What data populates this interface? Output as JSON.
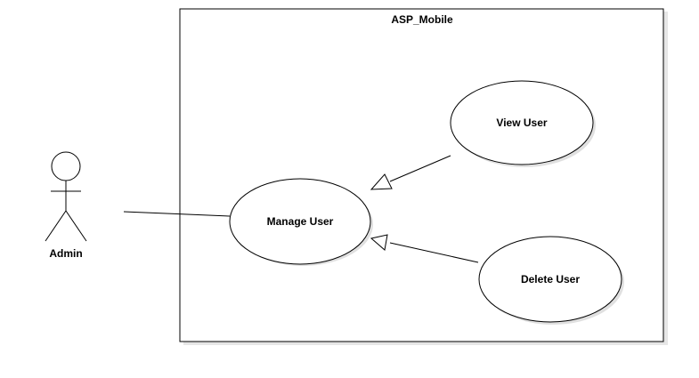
{
  "diagram": {
    "system_name": "ASP_Mobile",
    "actor": {
      "name": "Admin"
    },
    "use_cases": {
      "manage_user": "Manage User",
      "view_user": "View User",
      "delete_user": "Delete User"
    },
    "colors": {
      "line": "#000000",
      "fill": "#ffffff",
      "shadow": "#d9d9d9",
      "background": "#ffffff"
    }
  }
}
